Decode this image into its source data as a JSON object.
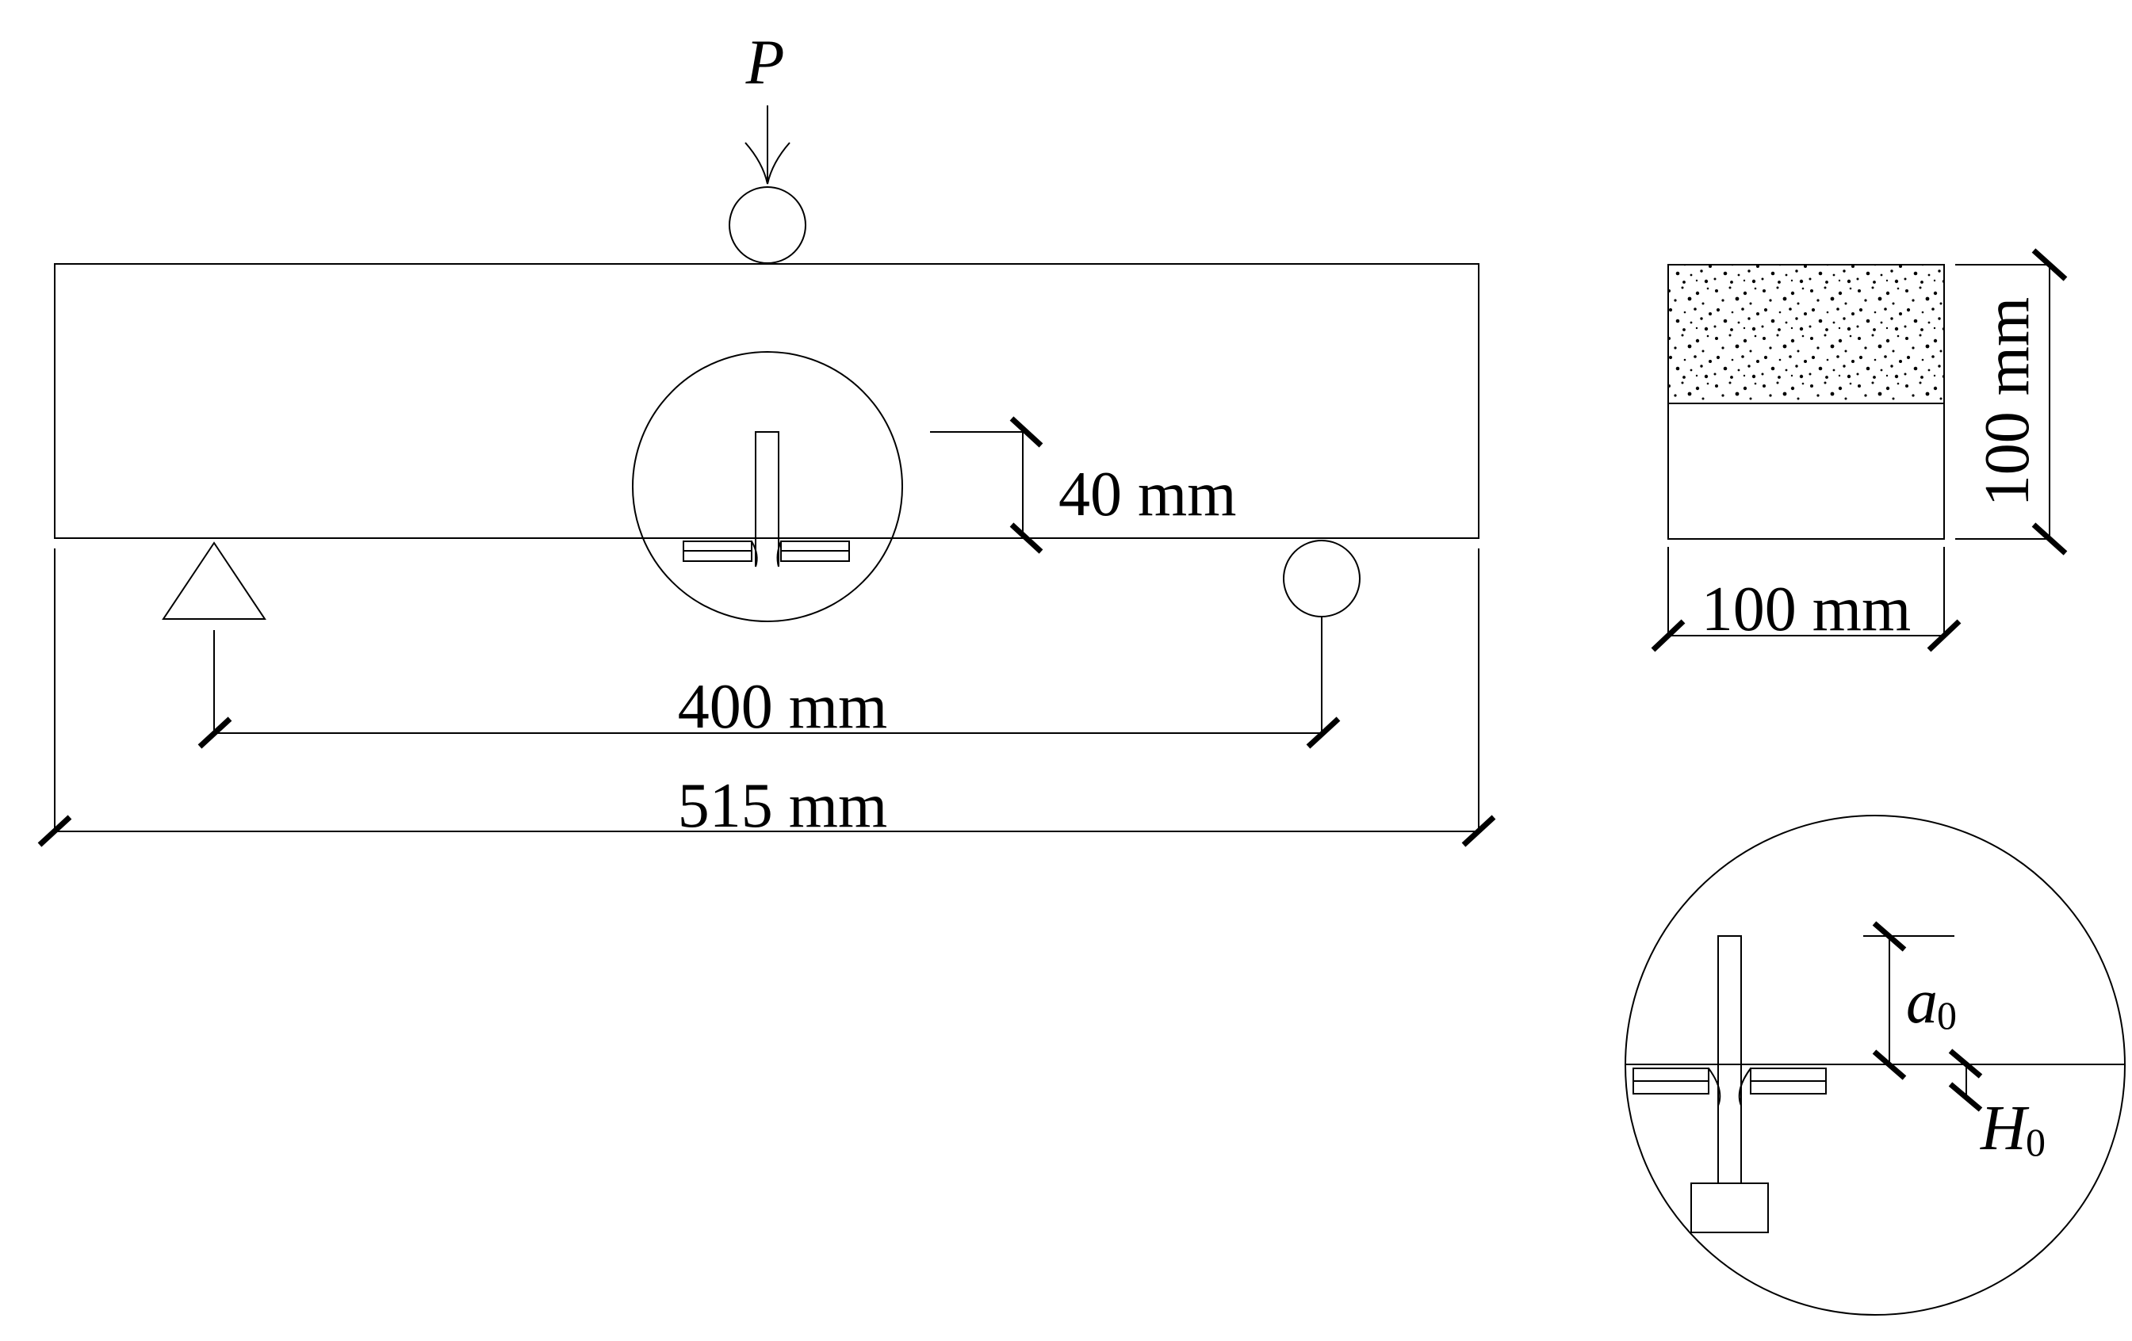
{
  "labels": {
    "load": "P",
    "crack_height": "40 mm",
    "span": "400 mm",
    "total_length": "515 mm",
    "section_height": "100 mm",
    "section_width": "100 mm",
    "notch_depth_main": "a",
    "notch_depth_sub": "0",
    "holder_height_main": "H",
    "holder_height_sub": "0"
  },
  "colors": {
    "line": "#000000",
    "background": "#ffffff"
  }
}
